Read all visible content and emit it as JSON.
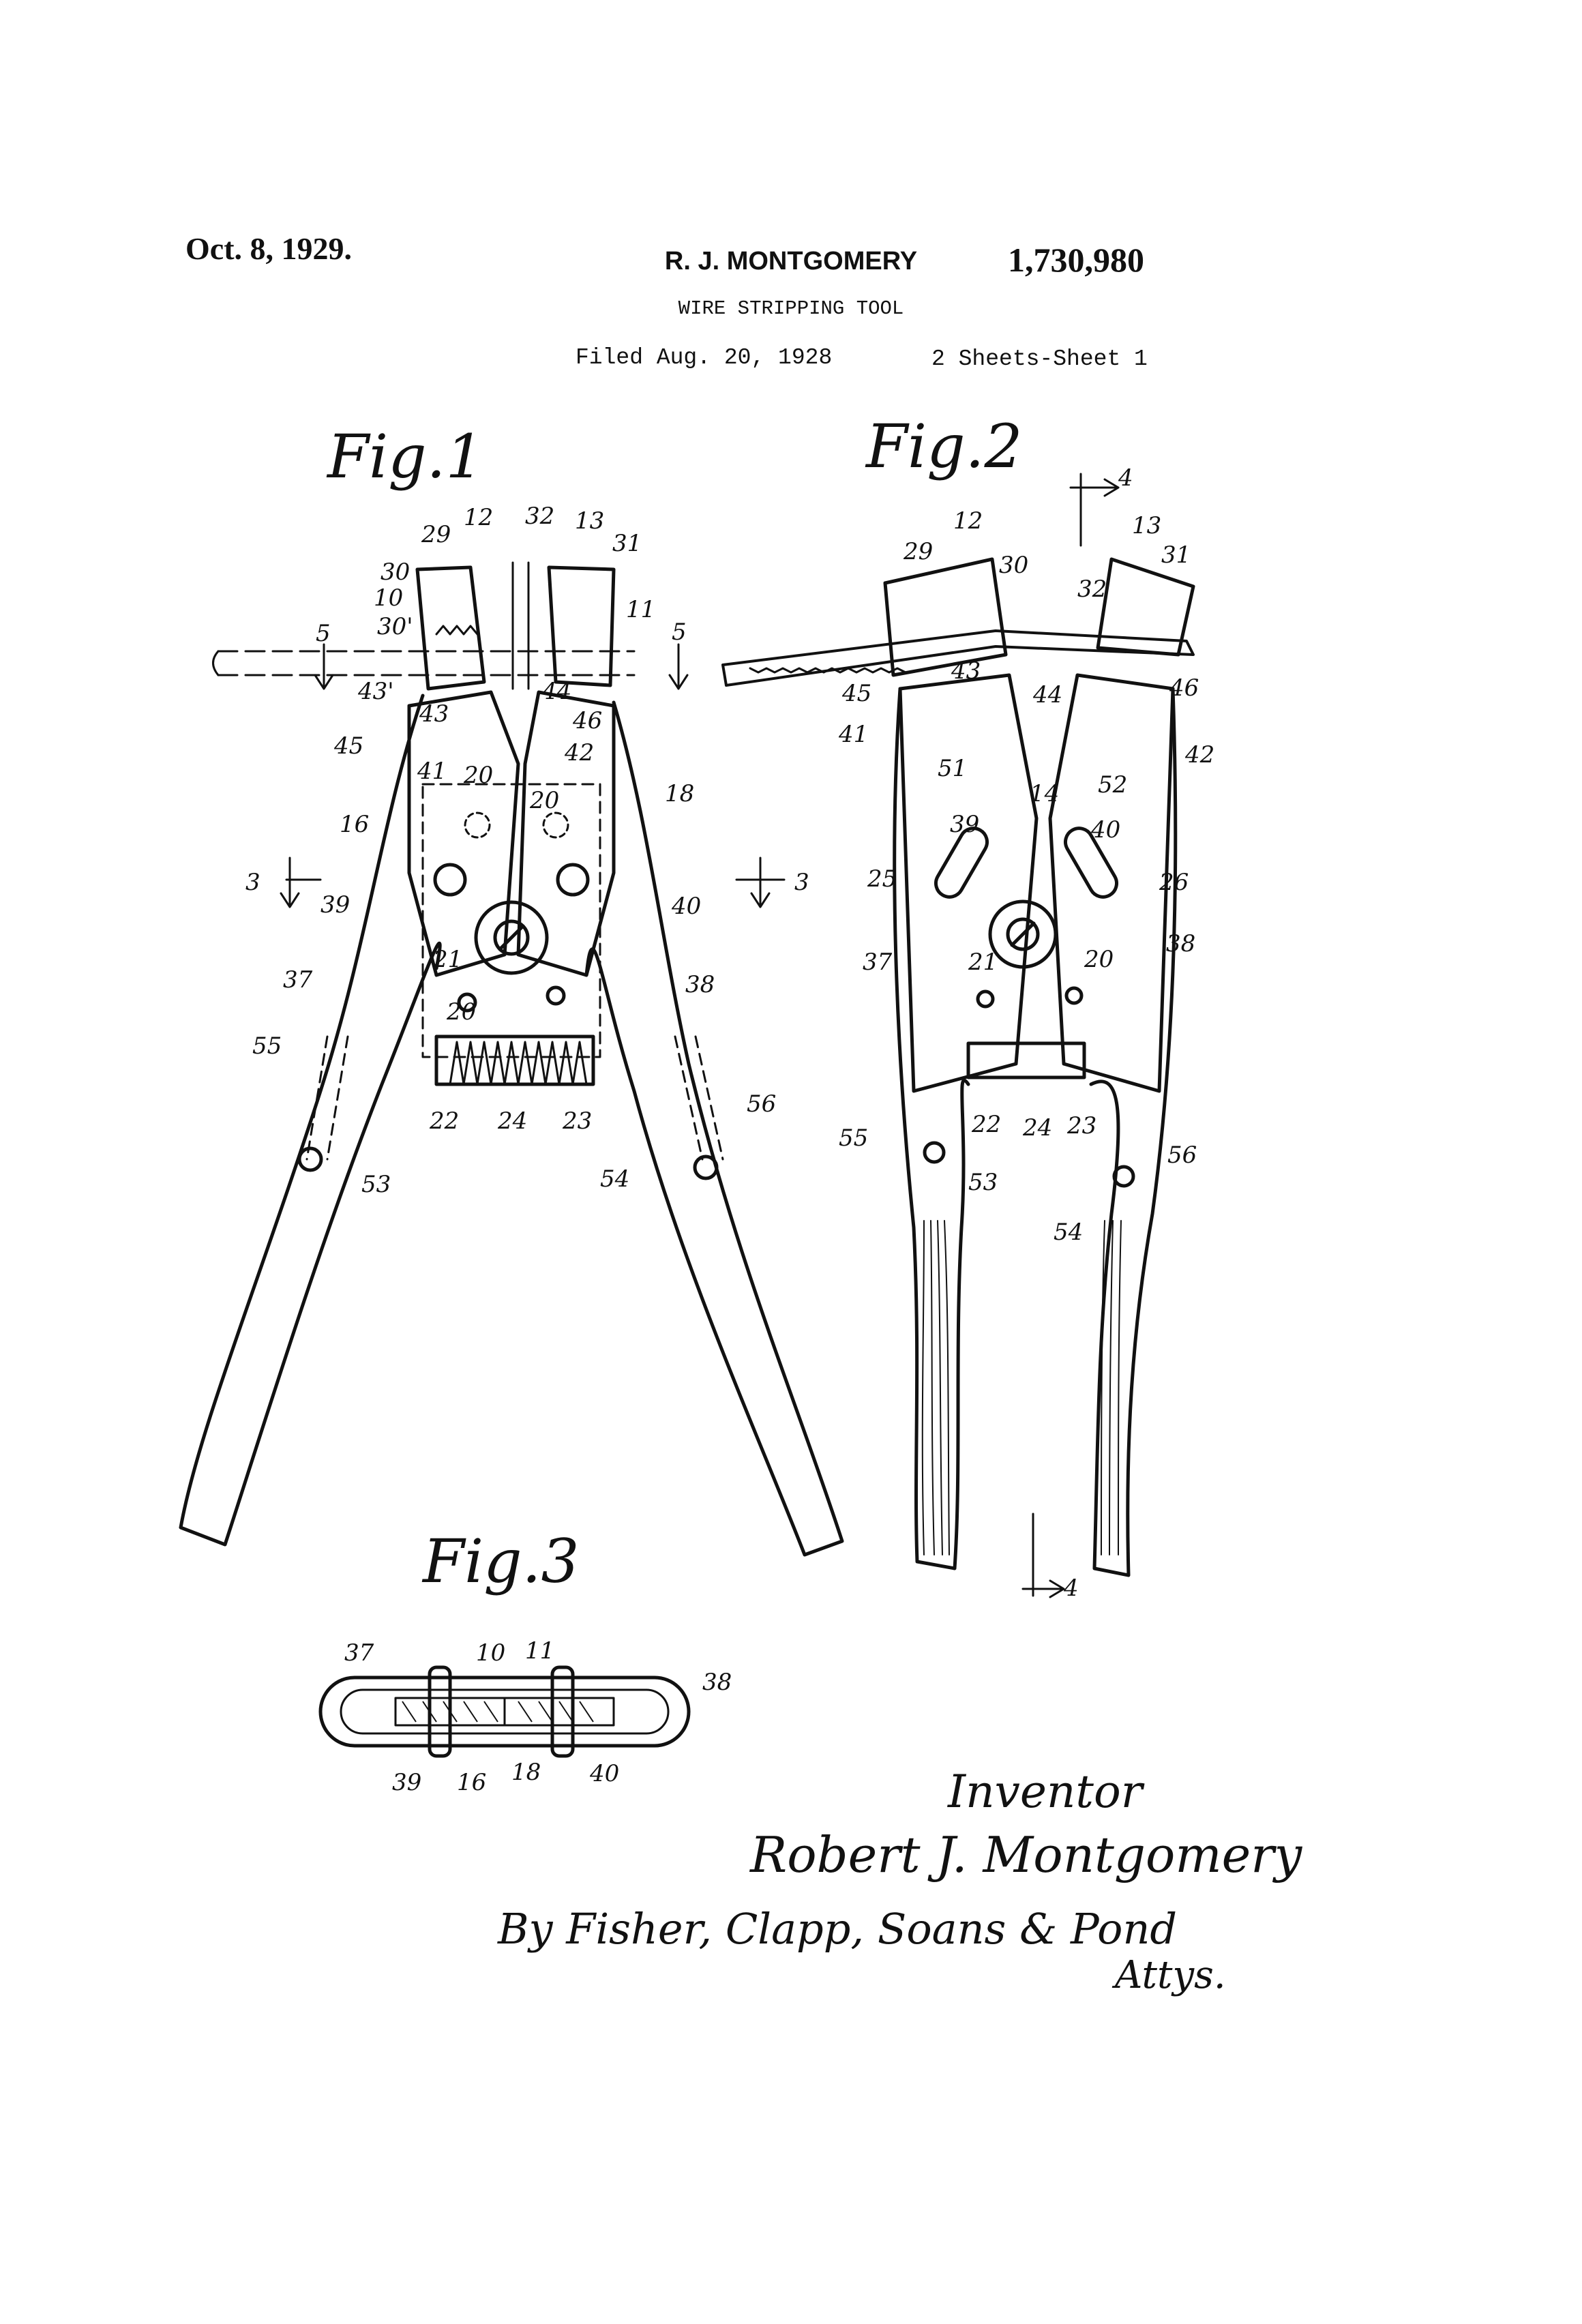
{
  "header": {
    "date": "Oct. 8, 1929.",
    "inventor": "R. J. MONTGOMERY",
    "patent_number": "1,730,980",
    "title": "WIRE STRIPPING TOOL",
    "filed": "Filed Aug. 20, 1928",
    "sheets": "2 Sheets-Sheet  1"
  },
  "figures": {
    "fig1": "Fig.1",
    "fig2": "Fig.2",
    "fig3": "Fig.3"
  },
  "fig1_refs": {
    "r12": "12",
    "r29": "29",
    "r32": "32",
    "r13": "13",
    "r31": "31",
    "r30": "30",
    "r10": "10",
    "r30p": "30'",
    "r11": "11",
    "r5a": "5",
    "r5b": "5",
    "r43p": "43'",
    "r43": "43",
    "r44": "44",
    "r45": "45",
    "r46": "46",
    "r41": "41",
    "r42": "42",
    "r20a": "20",
    "r20b": "20",
    "r16": "16",
    "r18": "18",
    "r3a": "3",
    "r3b": "3",
    "r39": "39",
    "r40": "40",
    "r21": "21",
    "r37": "37",
    "r38": "38",
    "r20c": "20",
    "r55": "55",
    "r56": "56",
    "r22": "22",
    "r24": "24",
    "r23": "23",
    "r53": "53",
    "r54": "54"
  },
  "fig2_refs": {
    "r12": "12",
    "r13": "13",
    "r4a": "4",
    "r29": "29",
    "r30": "30",
    "r31": "31",
    "r32": "32",
    "r43": "43",
    "r44": "44",
    "r45": "45",
    "r46": "46",
    "r41": "41",
    "r51": "51",
    "r14": "14",
    "r52": "52",
    "r42": "42",
    "r39": "39",
    "r40": "40",
    "r25": "25",
    "r26": "26",
    "r37": "37",
    "r21": "21",
    "r20": "20",
    "r38": "38",
    "r55": "55",
    "r22": "22",
    "r24": "24",
    "r23": "23",
    "r53": "53",
    "r56": "56",
    "r54": "54",
    "r4b": "4"
  },
  "fig3_refs": {
    "r37": "37",
    "r10": "10",
    "r11": "11",
    "r38": "38",
    "r39": "39",
    "r16": "16",
    "r18": "18",
    "r40": "40"
  },
  "signature": {
    "label": "Inventor",
    "name": "Robert J. Montgomery",
    "by": "By Fisher, Clapp, Soans & Pond",
    "attys": "Attys."
  }
}
